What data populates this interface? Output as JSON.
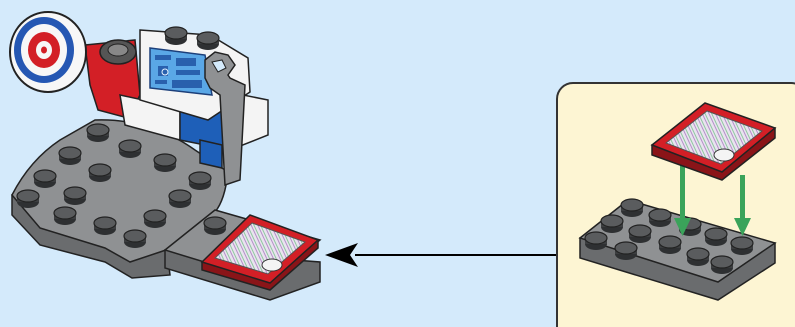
{
  "page": {
    "background_color": "#d4eafb"
  },
  "main_assembly": {
    "parts": [
      "archery-target",
      "red-bracket",
      "computer-console",
      "wrench-tool",
      "gray-round-baseplate",
      "gray-plate-extension",
      "printed-tile"
    ],
    "colors": {
      "plate": "#8f9193",
      "plate_dark": "#6a6c6e",
      "stud": "#4a4c4e",
      "red": "#d31f26",
      "blue": "#1e5fb8",
      "white": "#f4f4f4",
      "screen": "#5aa7e6"
    }
  },
  "callout": {
    "background_color": "#fdf5d3",
    "border_color": "#333333",
    "arrow_color": "#3aa35a",
    "parts": [
      "printed-tile",
      "gray-2x4-plate"
    ]
  },
  "pointer_arrow": {
    "color": "#000000",
    "direction": "left"
  }
}
